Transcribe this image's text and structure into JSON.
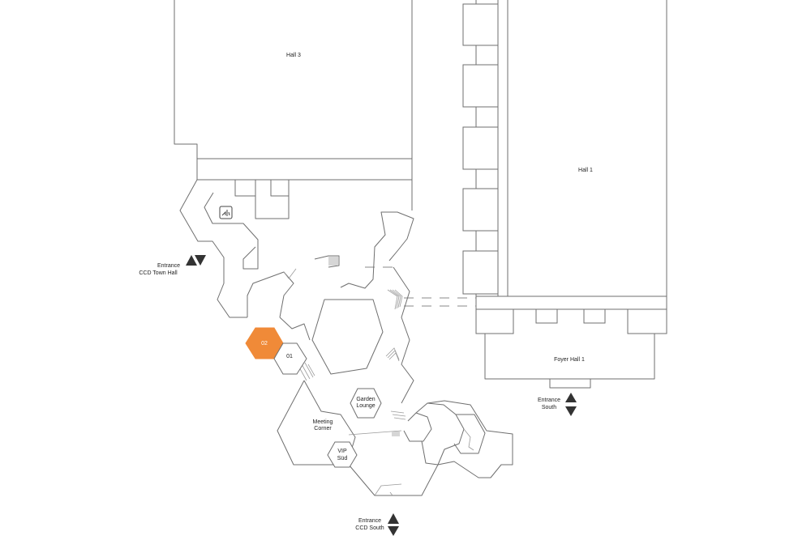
{
  "colors": {
    "highlight": "#f08a38",
    "walls": "#6f6f6f",
    "arrows": "#333333"
  },
  "rooms": {
    "hall3": "Hall 3",
    "hall1": "Hall 1",
    "foyer_hall1": "Foyer Hall 1",
    "room_02": "02",
    "room_01": "01",
    "garden_lounge_1": "Garden",
    "garden_lounge_2": "Lounge",
    "meeting_corner_1": "Meeting",
    "meeting_corner_2": "Corner",
    "vip_sud_1": "VIP",
    "vip_sud_2": "Süd"
  },
  "entrances": {
    "town_hall_1": "Entrance",
    "town_hall_2": "CCD Town Hall",
    "south_1": "Entrance",
    "south_2": "South",
    "ccd_south_1": "Entrance",
    "ccd_south_2": "CCD South"
  },
  "icons": {
    "elevator": "elevator-icon",
    "entrance_arrows": "up-down-arrows-icon"
  },
  "highlighted_room": "02"
}
